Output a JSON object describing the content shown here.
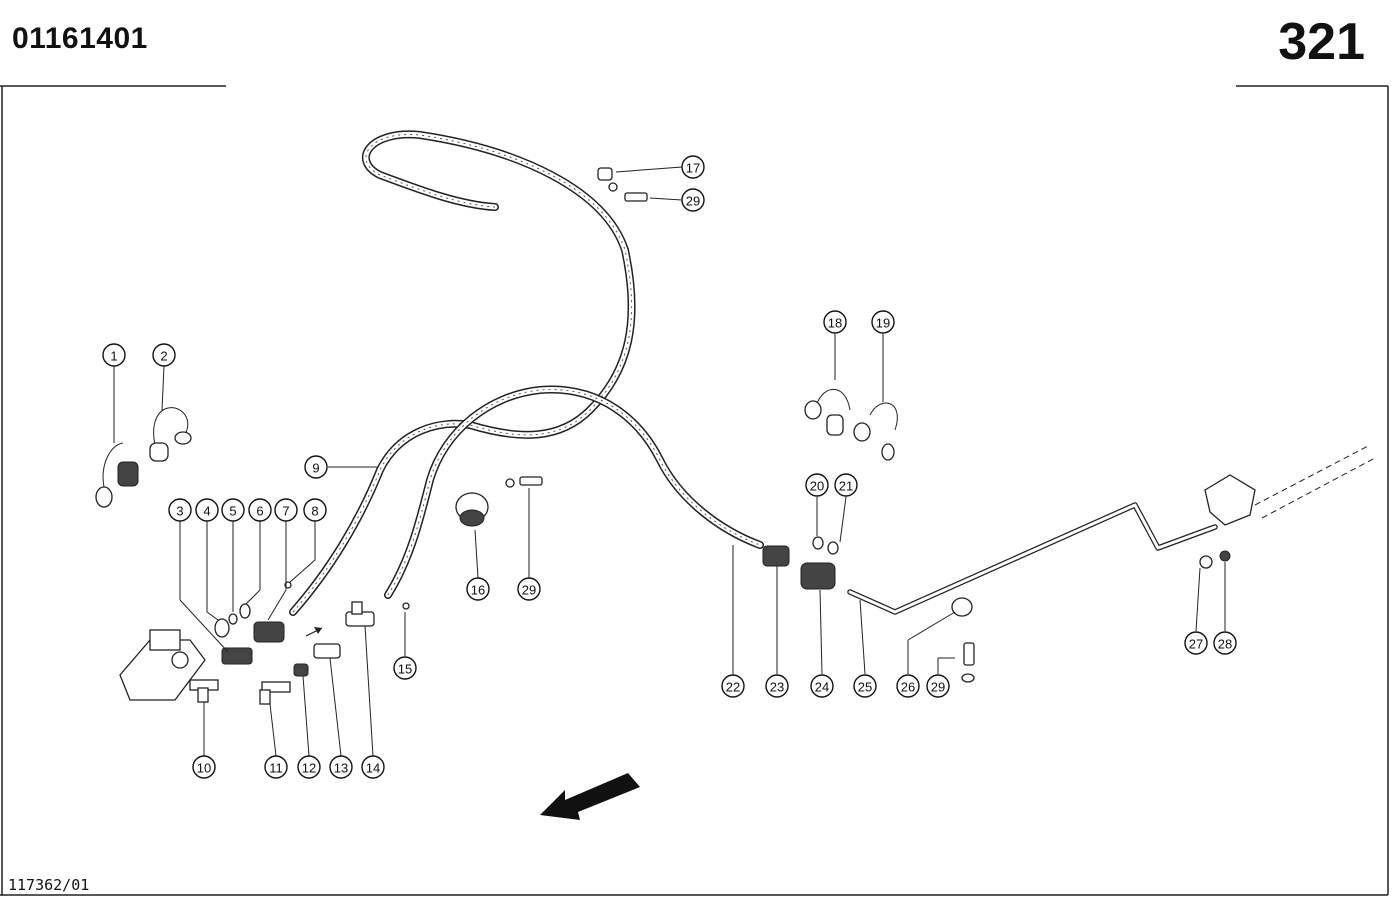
{
  "header": {
    "doc_number": "01161401",
    "page_number": "321"
  },
  "footer": {
    "reference": "117362/01"
  },
  "callouts": [
    "1",
    "2",
    "3",
    "4",
    "5",
    "6",
    "7",
    "8",
    "9",
    "10",
    "11",
    "12",
    "13",
    "14",
    "15",
    "16",
    "17",
    "18",
    "19",
    "20",
    "21",
    "22",
    "23",
    "24",
    "25",
    "26",
    "27",
    "28",
    "29"
  ]
}
